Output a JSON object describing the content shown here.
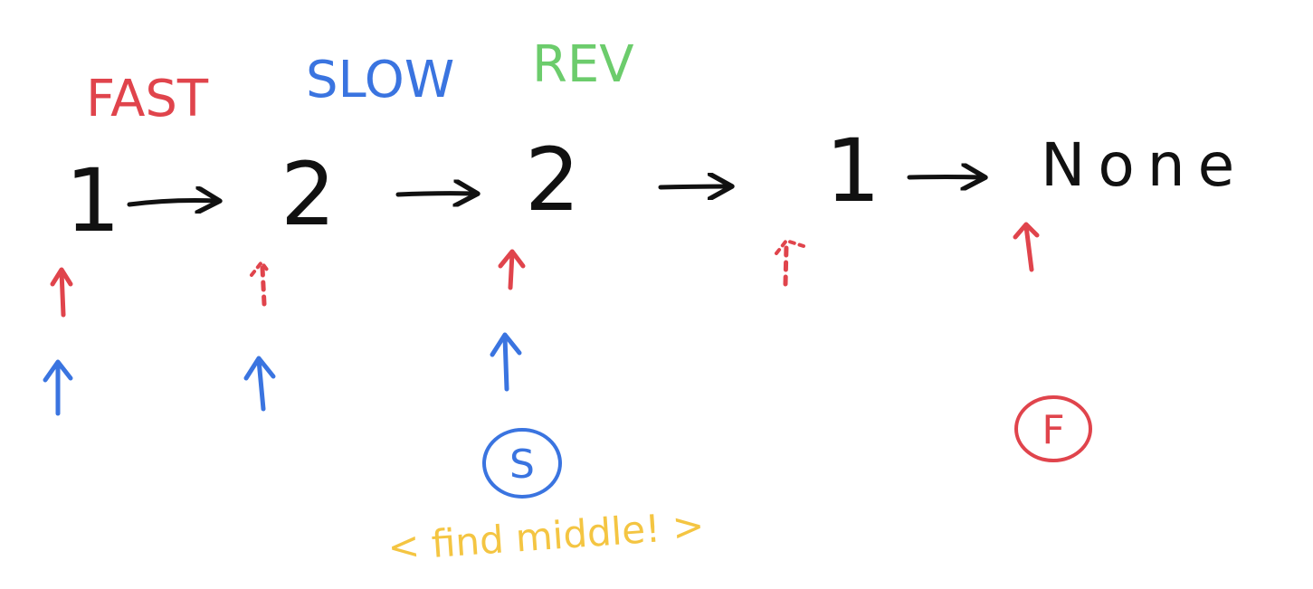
{
  "colors": {
    "fast": "#e0444c",
    "slow": "#3a74e0",
    "rev": "#6ccc6c",
    "note": "#f4c542",
    "ink": "#111111"
  },
  "legend": {
    "fast": "FAST",
    "slow": "SLOW",
    "rev": "REV"
  },
  "list": {
    "nodes": [
      "1",
      "2",
      "2",
      "1"
    ],
    "terminal": "None"
  },
  "pointers": {
    "fast_label": "F",
    "slow_label": "S"
  },
  "note": {
    "text": "< find middle! >"
  }
}
